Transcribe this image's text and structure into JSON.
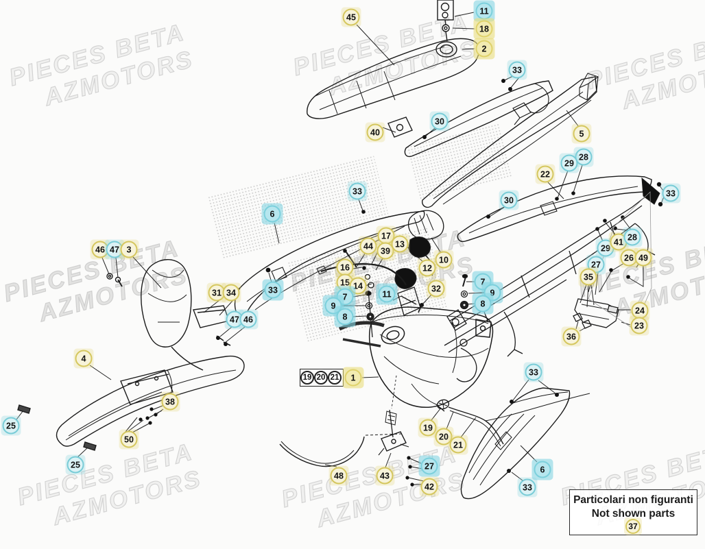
{
  "watermark": {
    "line1": "PIECES BETA",
    "line2": "AZMOTORS"
  },
  "info_box": {
    "line1": "Particolari non figuranti",
    "line2": "Not shown parts"
  },
  "legend_colors": {
    "yellow_ring": "#cfc050",
    "cyan_ring": "#6fc8d3",
    "plain_ring": "#222222"
  },
  "callouts": {
    "n1": "1",
    "n2": "2",
    "n3": "3",
    "n4": "4",
    "n5": "5",
    "n6": "6",
    "n7": "7",
    "n8": "8",
    "n9": "9",
    "n10": "10",
    "n11": "11",
    "n12": "12",
    "n13": "13",
    "n14": "14",
    "n15": "15",
    "n16": "16",
    "n17": "17",
    "n18": "18",
    "n19": "19",
    "n20": "20",
    "n21": "21",
    "n22": "22",
    "n23": "23",
    "n24": "24",
    "n25": "25",
    "n26": "26",
    "n27": "27",
    "n28": "28",
    "n29": "29",
    "n30": "30",
    "n31": "31",
    "n32": "32",
    "n33": "33",
    "n34": "34",
    "n35": "35",
    "n36": "36",
    "n37": "37",
    "n38": "38",
    "n39": "39",
    "n40": "40",
    "n41": "41",
    "n42": "42",
    "n43": "43",
    "n44": "44",
    "n45": "45",
    "n46": "46",
    "n47": "47",
    "n48": "48",
    "n49": "49",
    "n50": "50"
  }
}
